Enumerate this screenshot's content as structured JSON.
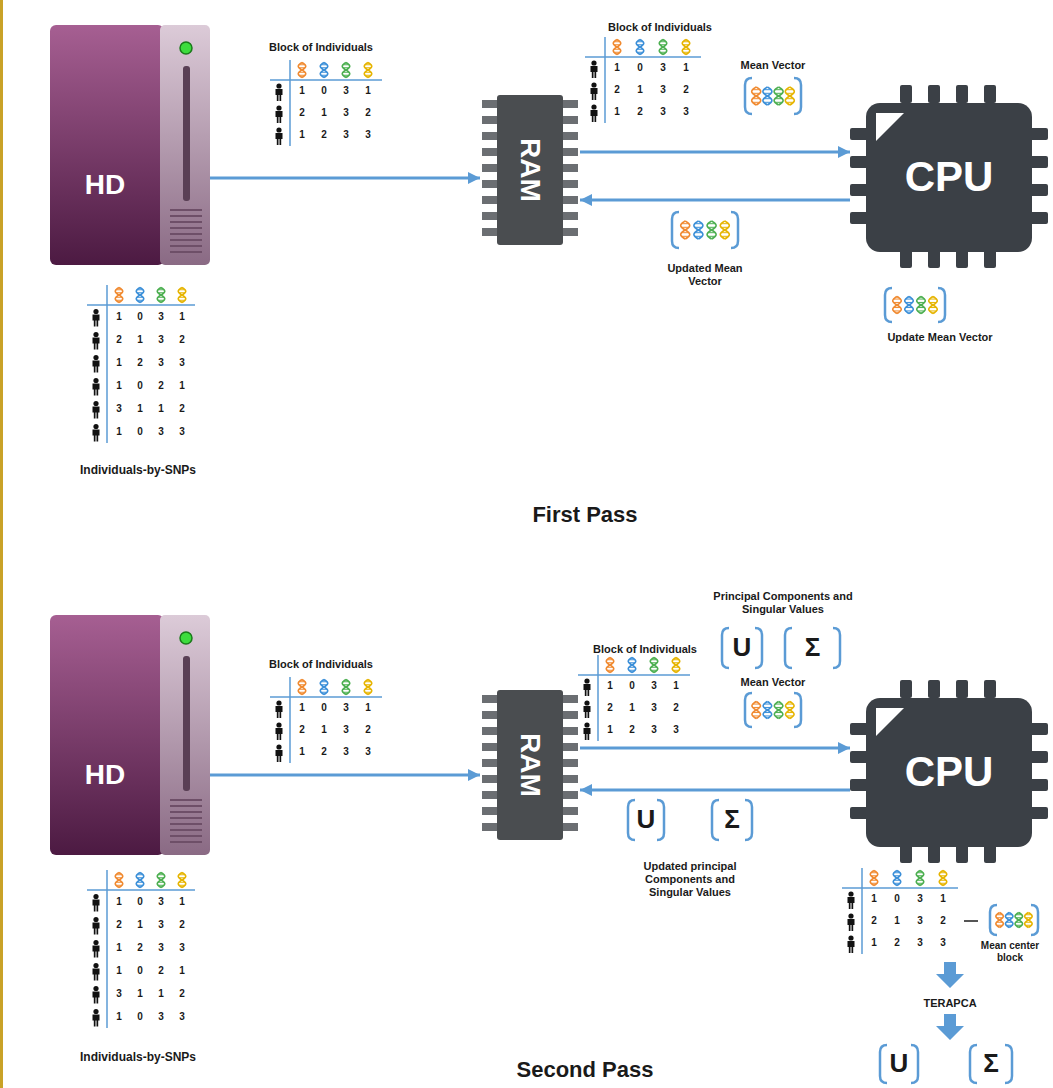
{
  "diagram": {
    "nodes": [
      {
        "text": [
          "HD"
        ]
      },
      {
        "text": [
          "RAM"
        ]
      },
      {
        "text": [
          "CPU"
        ]
      },
      {
        "text": [
          "HD"
        ]
      },
      {
        "text": [
          "RAM"
        ]
      },
      {
        "text": [
          "CPU"
        ]
      }
    ],
    "edges": [
      {
        "from": 0,
        "to": 1,
        "arrow": "to"
      },
      {
        "from": 1,
        "to": 2,
        "arrow": "to"
      },
      {
        "from": 2,
        "to": 1,
        "arrow": "to"
      },
      {
        "from": 3,
        "to": 4,
        "arrow": "to"
      },
      {
        "from": 4,
        "to": 5,
        "arrow": "to"
      },
      {
        "from": 5,
        "to": 4,
        "arrow": "to"
      }
    ],
    "labels": [
      "Block of Individuals",
      "1",
      "0",
      "3",
      "1",
      "2",
      "1",
      "3",
      "2",
      "1",
      "2",
      "3",
      "3",
      "1",
      "0",
      "3",
      "1",
      "2",
      "1",
      "3",
      "2",
      "1",
      "2",
      "3",
      "3",
      "1",
      "0",
      "2",
      "1",
      "3",
      "1",
      "1",
      "2",
      "1",
      "0",
      "3",
      "3",
      "Individuals-by-SNPs",
      "Block of Individuals",
      "1",
      "0",
      "3",
      "1",
      "2",
      "1",
      "3",
      "2",
      "1",
      "2",
      "3",
      "3",
      "Mean Vector",
      "Updated Mean Vector",
      "Update Mean Vector",
      "First Pass",
      "Block of Individuals",
      "1",
      "0",
      "3",
      "1",
      "2",
      "1",
      "3",
      "2",
      "1",
      "2",
      "3",
      "3",
      "1",
      "0",
      "3",
      "1",
      "2",
      "1",
      "3",
      "2",
      "1",
      "2",
      "3",
      "3",
      "1",
      "0",
      "2",
      "1",
      "3",
      "1",
      "1",
      "2",
      "1",
      "0",
      "3",
      "3",
      "Individuals-by-SNPs",
      "Principal Components and Singular Values",
      "U",
      "Σ",
      "Block of Individuals",
      "1",
      "0",
      "3",
      "1",
      "2",
      "1",
      "3",
      "2",
      "1",
      "2",
      "3",
      "3",
      "Mean Vector",
      "U",
      "Σ",
      "Updated principal Components and Singular Values",
      "1",
      "0",
      "3",
      "1",
      "2",
      "1",
      "3",
      "2",
      "1",
      "2",
      "3",
      "3",
      "Mean center block",
      "TERAPCA",
      "U",
      "Σ",
      "Second Pass"
    ]
  }
}
